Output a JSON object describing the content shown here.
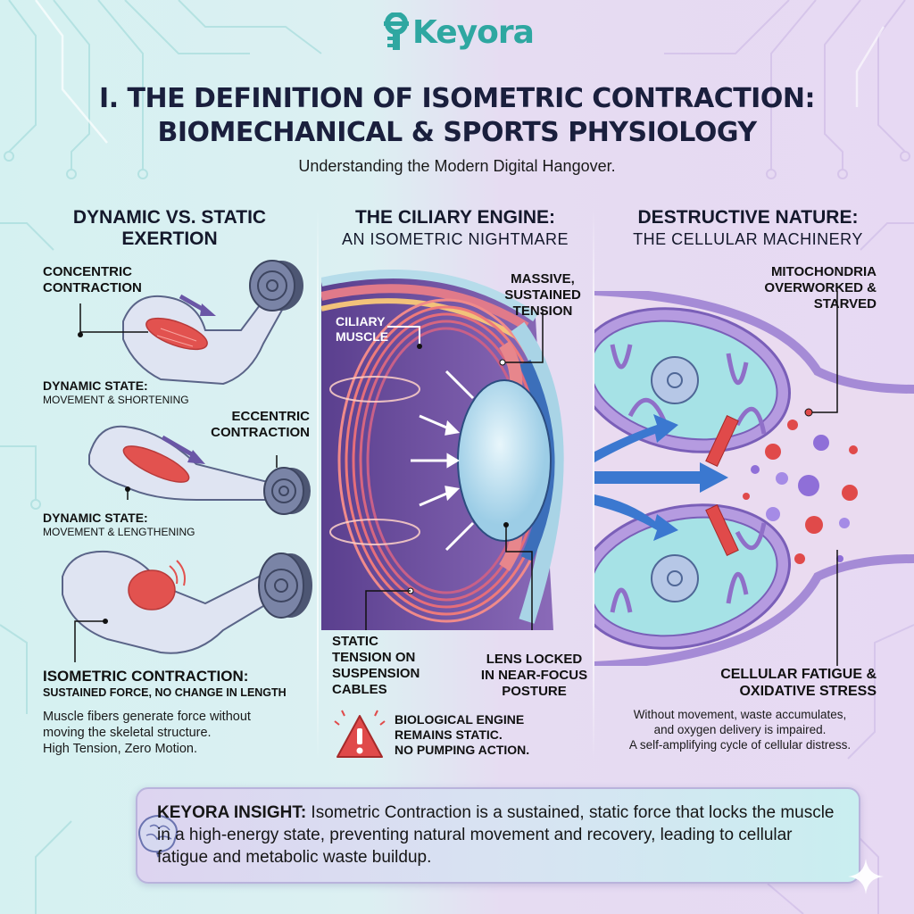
{
  "brand": {
    "name": "Keyora",
    "color": "#2ea7a1"
  },
  "header": {
    "title_line1": "I. THE DEFINITION OF ISOMETRIC CONTRACTION:",
    "title_line2": "BIOMECHANICAL & SPORTS PHYSIOLOGY",
    "subtitle": "Understanding the Modern Digital Hangover."
  },
  "columns": [
    {
      "heading": "DYNAMIC VS. STATIC",
      "heading2": "EXERTION",
      "labels": {
        "concentric": "CONCENTRIC CONTRACTION",
        "dynamic1_title": "DYNAMIC STATE:",
        "dynamic1_sub": "MOVEMENT & SHORTENING",
        "eccentric": "ECCENTRIC CONTRACTION",
        "dynamic2_title": "DYNAMIC STATE:",
        "dynamic2_sub": "MOVEMENT & LENGTHENING",
        "isometric_title": "ISOMETRIC CONTRACTION:",
        "isometric_sub": "SUSTAINED FORCE, NO CHANGE IN LENGTH"
      },
      "body": [
        "Muscle fibers generate force without",
        "moving the skeletal structure.",
        "High Tension, Zero Motion."
      ]
    },
    {
      "heading": "THE CILIARY ENGINE:",
      "heading2": "AN ISOMETRIC NIGHTMARE",
      "labels": {
        "ciliary": "CILIARY MUSCLE",
        "massive": "MASSIVE, SUSTAINED TENSION",
        "static": "STATIC TENSION ON SUSPENSION CABLES",
        "lens": "LENS LOCKED IN NEAR-FOCUS POSTURE"
      },
      "warning": [
        "BIOLOGICAL ENGINE",
        "REMAINS STATIC.",
        "NO PUMPING ACTION."
      ]
    },
    {
      "heading": "DESTRUCTIVE NATURE:",
      "heading2": "THE CELLULAR MACHINERY",
      "labels": {
        "mito": "MITOCHONDRIA OVERWORKED & STARVED",
        "fatigue": "CELLULAR FATIGUE & OXIDATIVE STRESS"
      },
      "body": [
        "Without movement, waste accumulates,",
        "and oxygen delivery is impaired.",
        "A self-amplifying cycle of cellular distress."
      ]
    }
  ],
  "insight": {
    "label": "KEYORA INSIGHT:",
    "text": "Isometric Contraction is a sustained, static force that locks the muscle in a high-energy state, preventing natural movement and recovery, leading to cellular fatigue and metabolic waste buildup."
  },
  "colors": {
    "muscle_red": "#e2524f",
    "dumbbell": "#5d6785",
    "eye_purple": "#6a4a9a",
    "lens_blue": "#b8e0f2",
    "mito_purple": "#a58bd6",
    "mito_inner": "#9fdbe3",
    "arrow_blue": "#3b78d0",
    "warning_red": "#e04a4a"
  }
}
